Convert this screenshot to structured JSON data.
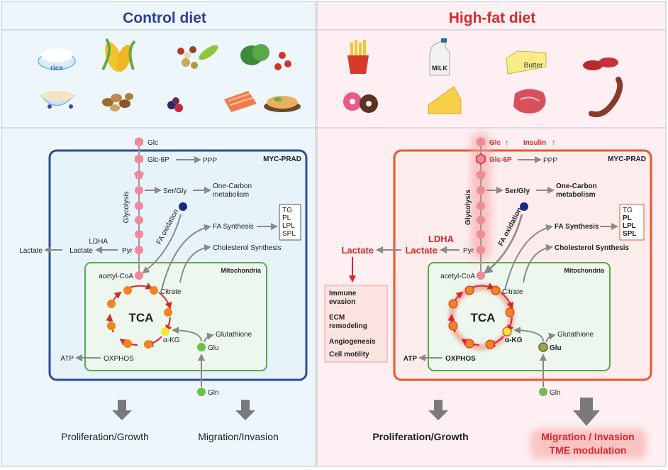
{
  "panels": {
    "control": {
      "title": "Control diet",
      "foods": [
        "rice",
        "corn",
        "beans and peas",
        "greens and tomatoes",
        "oatmeal",
        "nuts",
        "berries",
        "salmon",
        "chicken"
      ],
      "rice_label": "rice",
      "pathway": {
        "box_label": "MYC-PRAD",
        "mito_label": "Mitochondria",
        "glc": "Glc",
        "glc6p": "Glc-6P",
        "ppp": "PPP",
        "glycolysis": "Glycolysis",
        "ser_gly": "Ser/Gly",
        "one_carbon_1": "One-Carbon",
        "one_carbon_2": "metabolism",
        "fa_oxidation": "FA oxidation",
        "fa_synthesis": "FA Synthesis",
        "lipids": [
          "TG",
          "PL",
          "LPL",
          "SPL"
        ],
        "cholesterol": "Cholesterol Synthesis",
        "ldha": "LDHA",
        "lactate_inner": "Lactate",
        "lactate_outer": "Lactate",
        "pyr": "Pyr",
        "acetyl_coa": "acetyl-CoA",
        "citrate": "Citrate",
        "tca": "TCA",
        "akg": "α-KG",
        "glutathione": "Glutathione",
        "glu": "Glu",
        "gln": "Gln",
        "oxphos": "OXPHOS",
        "atp": "ATP"
      },
      "outcomes": [
        "Proliferation/Growth",
        "Migration/Invasion"
      ]
    },
    "highfat": {
      "title": "High-fat diet",
      "foods": [
        "french fries",
        "milk",
        "butter",
        "salami",
        "donuts",
        "cheese",
        "steak",
        "sausages"
      ],
      "milk_label": "MILK",
      "butter_label": "Butter",
      "pathway": {
        "box_label": "MYC-PRAD",
        "mito_label": "Mitochondria",
        "glc": "Glc",
        "insulin": "Insulin",
        "up_arrow": "↑",
        "glc6p": "Glc-6P",
        "ppp": "PPP",
        "glycolysis": "Glycolysis",
        "ser_gly": "Ser/Gly",
        "one_carbon_1": "One-Carbon",
        "one_carbon_2": "metabolism",
        "fa_oxidation": "FA oxidation",
        "fa_synthesis": "FA Synthesis",
        "lipids": [
          "TG",
          "PL",
          "LPL",
          "SPL"
        ],
        "cholesterol": "Cholesterol Synthesis",
        "ldha": "LDHA",
        "lactate_inner": "Lactate",
        "lactate_outer": "Lactate",
        "pyr": "Pyr",
        "acetyl_coa": "acetyl-CoA",
        "citrate": "Citrate",
        "tca": "TCA",
        "akg": "α-KG",
        "glutathione": "Glutathione",
        "glu": "Glu",
        "gln": "Gln",
        "oxphos": "OXPHOS",
        "atp": "ATP",
        "lactate_effects": [
          "Immune",
          "evasion",
          "ECM",
          "remodeling",
          "Angiogenesis",
          "Cell motility"
        ]
      },
      "outcomes": [
        "Proliferation/Growth",
        "Migration / Invasion",
        "TME modulation"
      ]
    }
  },
  "colors": {
    "control_title": "#2e3f93",
    "highfat_title": "#d62a2a",
    "control_border": "#2f4a9c",
    "highfat_border": "#e8582c",
    "mito_border": "#5aab4a",
    "node_pink": "#ef8a9a",
    "node_orange": "#f0851f",
    "node_yellow": "#f3e634",
    "node_green": "#6cc04a",
    "node_navy": "#1a2a8c",
    "arrow_gray": "#8a8a8a",
    "tca_arrow": "#d8262c"
  }
}
